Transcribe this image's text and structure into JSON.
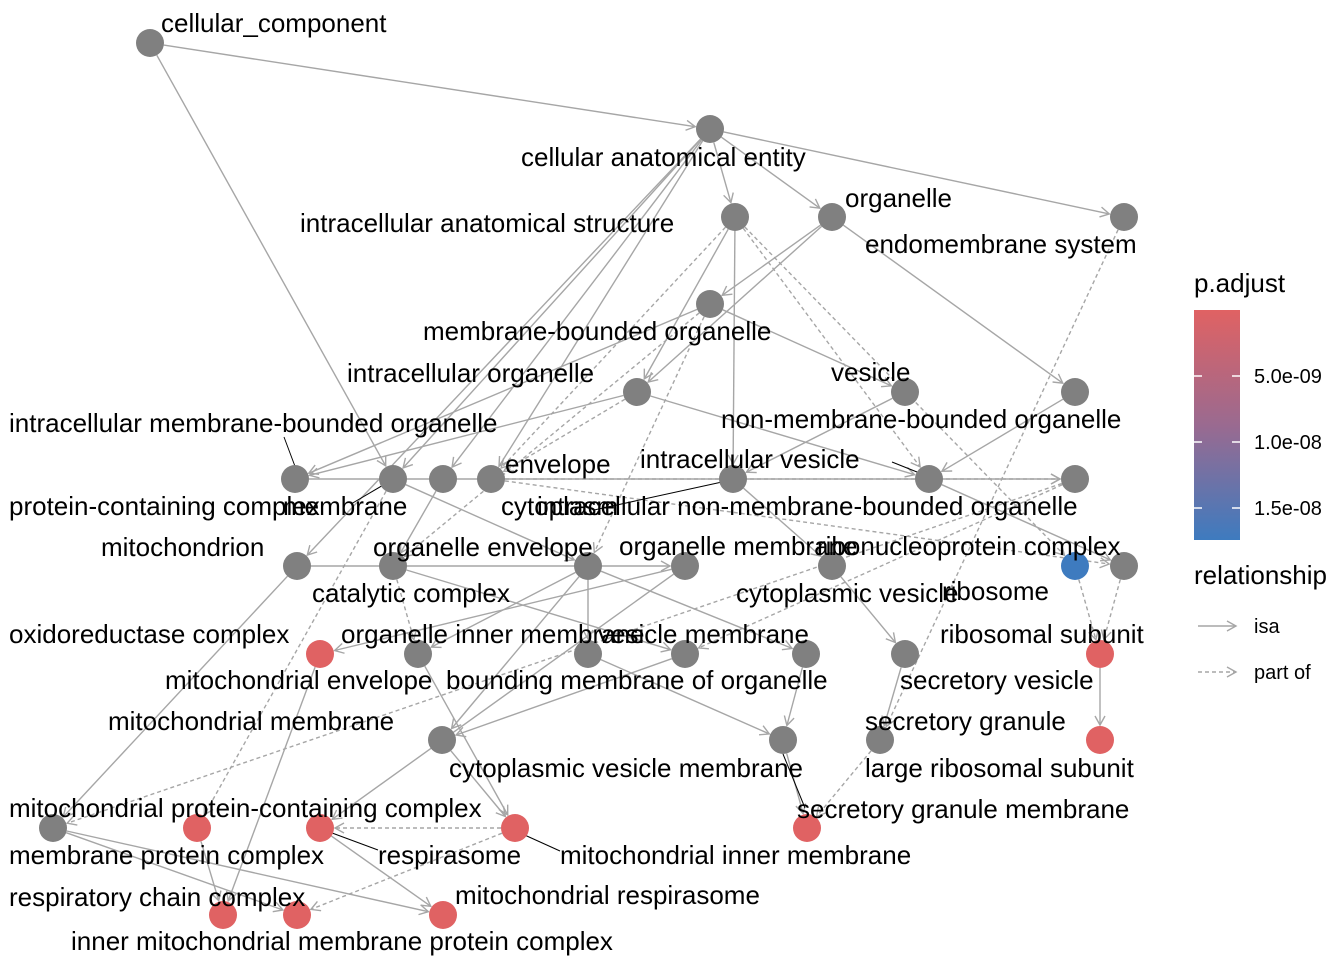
{
  "colors": {
    "node_default": "#808080",
    "node_low": "#3e7bbf",
    "node_high": "#e06263",
    "edge": "#a6a6a6",
    "text": "#000000"
  },
  "legend": {
    "padjust_title": "p.adjust",
    "padjust_ticks": [
      "5.0e-09",
      "1.0e-08",
      "1.5e-08"
    ],
    "relationship_title": "relationship",
    "relationship_items": [
      {
        "label": "isa",
        "style": "solid"
      },
      {
        "label": "part of",
        "style": "dashed"
      }
    ]
  },
  "graph": {
    "nodes": [
      {
        "id": "cc",
        "label": "cellular_component",
        "color": "default"
      },
      {
        "id": "cae",
        "label": "cellular anatomical entity",
        "color": "default"
      },
      {
        "id": "ias",
        "label": "intracellular anatomical structure",
        "color": "default"
      },
      {
        "id": "org",
        "label": "organelle",
        "color": "default"
      },
      {
        "id": "ems",
        "label": "endomembrane system",
        "color": "default"
      },
      {
        "id": "mbo",
        "label": "membrane-bounded organelle",
        "color": "default"
      },
      {
        "id": "io",
        "label": "intracellular organelle",
        "color": "default"
      },
      {
        "id": "ves",
        "label": "vesicle",
        "color": "default"
      },
      {
        "id": "nmbo",
        "label": "non-membrane-bounded organelle",
        "color": "default"
      },
      {
        "id": "imbo",
        "label": "intracellular membrane-bounded organelle",
        "color": "default"
      },
      {
        "id": "pcc",
        "label": "protein-containing complex",
        "color": "default"
      },
      {
        "id": "mem",
        "label": "membrane",
        "color": "default"
      },
      {
        "id": "env",
        "label": "envelope",
        "color": "default"
      },
      {
        "id": "iv",
        "label": "intracellular vesicle",
        "color": "default"
      },
      {
        "id": "cyt",
        "label": "cytoplasm",
        "color": "default"
      },
      {
        "id": "inmbo",
        "label": "intracellular non-membrane-bounded organelle",
        "color": "default"
      },
      {
        "id": "mito",
        "label": "mitochondrion",
        "color": "default"
      },
      {
        "id": "oe",
        "label": "organelle envelope",
        "color": "default"
      },
      {
        "id": "om",
        "label": "organelle membrane",
        "color": "default"
      },
      {
        "id": "rnp",
        "label": "ribonucleoprotein complex",
        "color": "low"
      },
      {
        "id": "cc2",
        "label": "catalytic complex",
        "color": "default"
      },
      {
        "id": "cv",
        "label": "cytoplasmic vesicle",
        "color": "default"
      },
      {
        "id": "ribo",
        "label": "ribosome",
        "color": "default"
      },
      {
        "id": "oxc",
        "label": "oxidoreductase complex",
        "color": "high"
      },
      {
        "id": "oim",
        "label": "organelle inner membrane",
        "color": "default"
      },
      {
        "id": "vm",
        "label": "vesicle membrane",
        "color": "default"
      },
      {
        "id": "rs",
        "label": "ribosomal subunit",
        "color": "high"
      },
      {
        "id": "menv",
        "label": "mitochondrial envelope",
        "color": "default"
      },
      {
        "id": "bmo",
        "label": "bounding membrane of organelle",
        "color": "default"
      },
      {
        "id": "sv",
        "label": "secretory vesicle",
        "color": "default"
      },
      {
        "id": "mm",
        "label": "mitochondrial membrane",
        "color": "default"
      },
      {
        "id": "sg",
        "label": "secretory granule",
        "color": "default"
      },
      {
        "id": "cvm",
        "label": "cytoplasmic vesicle membrane",
        "color": "default"
      },
      {
        "id": "lrs",
        "label": "large ribosomal subunit",
        "color": "high"
      },
      {
        "id": "mpcc",
        "label": "mitochondrial protein-containing complex",
        "color": "default"
      },
      {
        "id": "sgm",
        "label": "secretory granule membrane",
        "color": "high"
      },
      {
        "id": "mpc",
        "label": "membrane protein complex",
        "color": "high"
      },
      {
        "id": "resp",
        "label": "respirasome",
        "color": "high"
      },
      {
        "id": "mim",
        "label": "mitochondrial inner membrane",
        "color": "high"
      },
      {
        "id": "rcc",
        "label": "respiratory chain complex",
        "color": "high"
      },
      {
        "id": "mresp",
        "label": "mitochondrial respirasome",
        "color": "high"
      },
      {
        "id": "impc",
        "label": "inner mitochondrial membrane protein complex",
        "color": "high"
      }
    ],
    "edges": [
      {
        "from": "cc",
        "to": "cae",
        "type": "isa"
      },
      {
        "from": "cc",
        "to": "mem",
        "type": "isa"
      },
      {
        "from": "cae",
        "to": "ias",
        "type": "isa"
      },
      {
        "from": "cae",
        "to": "org",
        "type": "isa"
      },
      {
        "from": "cae",
        "to": "ems",
        "type": "isa"
      },
      {
        "from": "cae",
        "to": "mem",
        "type": "isa"
      },
      {
        "from": "cae",
        "to": "env",
        "type": "isa"
      },
      {
        "from": "cae",
        "to": "cyt",
        "type": "isa"
      },
      {
        "from": "cae",
        "to": "pcc",
        "type": "isa"
      },
      {
        "from": "ias",
        "to": "io",
        "type": "isa"
      },
      {
        "from": "ias",
        "to": "iv",
        "type": "isa"
      },
      {
        "from": "ias",
        "to": "cyt",
        "type": "part_of"
      },
      {
        "from": "ias",
        "to": "inmbo",
        "type": "part_of"
      },
      {
        "from": "ias",
        "to": "rnp",
        "type": "part_of"
      },
      {
        "from": "org",
        "to": "mbo",
        "type": "isa"
      },
      {
        "from": "org",
        "to": "io",
        "type": "isa"
      },
      {
        "from": "org",
        "to": "nmbo",
        "type": "isa"
      },
      {
        "from": "ems",
        "to": "sg",
        "type": "part_of"
      },
      {
        "from": "mbo",
        "to": "imbo",
        "type": "isa"
      },
      {
        "from": "mbo",
        "to": "ves",
        "type": "isa"
      },
      {
        "from": "mbo",
        "to": "oe",
        "type": "part_of"
      },
      {
        "from": "mbo",
        "to": "om",
        "type": "part_of"
      },
      {
        "from": "io",
        "to": "imbo",
        "type": "isa"
      },
      {
        "from": "io",
        "to": "inmbo",
        "type": "isa"
      },
      {
        "from": "io",
        "to": "cyt",
        "type": "part_of"
      },
      {
        "from": "ves",
        "to": "iv",
        "type": "isa"
      },
      {
        "from": "nmbo",
        "to": "inmbo",
        "type": "isa"
      },
      {
        "from": "imbo",
        "to": "mito",
        "type": "isa"
      },
      {
        "from": "mem",
        "to": "om",
        "type": "isa"
      },
      {
        "from": "env",
        "to": "oe",
        "type": "isa"
      },
      {
        "from": "iv",
        "to": "cv",
        "type": "isa"
      },
      {
        "from": "cyt",
        "to": "mito",
        "type": "part_of"
      },
      {
        "from": "inmbo",
        "to": "ribo",
        "type": "isa"
      },
      {
        "from": "mito",
        "to": "menv",
        "type": "part_of"
      },
      {
        "from": "oe",
        "to": "menv",
        "type": "isa"
      },
      {
        "from": "oe",
        "to": "oim",
        "type": "part_of"
      },
      {
        "from": "om",
        "to": "oim",
        "type": "isa"
      },
      {
        "from": "om",
        "to": "vm",
        "type": "isa"
      },
      {
        "from": "om",
        "to": "bmo",
        "type": "isa"
      },
      {
        "from": "om",
        "to": "mm",
        "type": "isa"
      },
      {
        "from": "rnp",
        "to": "rs",
        "type": "part_of"
      },
      {
        "from": "ribo",
        "to": "rs",
        "type": "part_of"
      },
      {
        "from": "pcc",
        "to": "cc2",
        "type": "isa"
      },
      {
        "from": "cc2",
        "to": "oxc",
        "type": "isa"
      },
      {
        "from": "cv",
        "to": "sv",
        "type": "isa"
      },
      {
        "from": "rs",
        "to": "lrs",
        "type": "isa"
      },
      {
        "from": "menv",
        "to": "mm",
        "type": "isa"
      },
      {
        "from": "bmo",
        "to": "cvm",
        "type": "isa"
      },
      {
        "from": "vm",
        "to": "cvm",
        "type": "isa"
      },
      {
        "from": "sv",
        "to": "sg",
        "type": "isa"
      },
      {
        "from": "sg",
        "to": "sgm",
        "type": "part_of"
      },
      {
        "from": "cvm",
        "to": "sgm",
        "type": "isa"
      },
      {
        "from": "pcc",
        "to": "mpcc",
        "type": "isa"
      },
      {
        "from": "mito",
        "to": "mpcc",
        "type": "part_of"
      },
      {
        "from": "mem",
        "to": "mpc",
        "type": "part_of"
      },
      {
        "from": "cc2",
        "to": "resp",
        "type": "isa"
      },
      {
        "from": "mm",
        "to": "mim",
        "type": "isa"
      },
      {
        "from": "oim",
        "to": "mim",
        "type": "isa"
      },
      {
        "from": "mpc",
        "to": "rcc",
        "type": "isa"
      },
      {
        "from": "oxc",
        "to": "rcc",
        "type": "isa"
      },
      {
        "from": "resp",
        "to": "mresp",
        "type": "isa"
      },
      {
        "from": "mpcc",
        "to": "mresp",
        "type": "isa"
      },
      {
        "from": "mpcc",
        "to": "impc",
        "type": "isa"
      },
      {
        "from": "mim",
        "to": "impc",
        "type": "part_of"
      },
      {
        "from": "mim",
        "to": "resp",
        "type": "part_of"
      },
      {
        "from": "cyt",
        "to": "ribo",
        "type": "part_of"
      }
    ]
  }
}
